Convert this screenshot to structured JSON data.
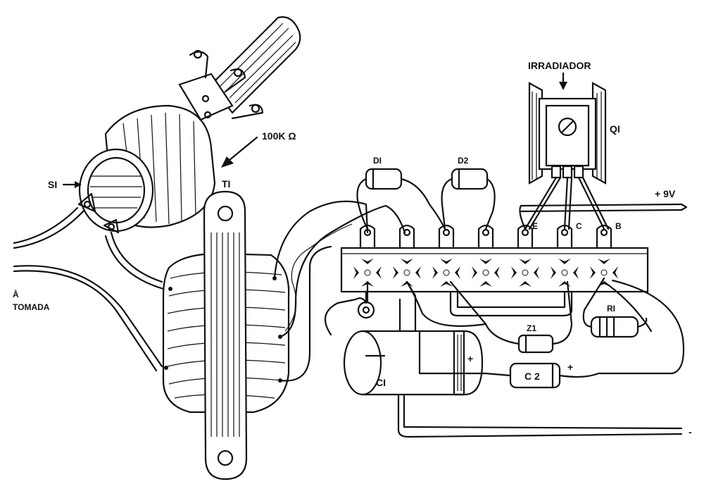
{
  "labels": {
    "s1": "SI",
    "pot_value": "100K Ω",
    "t1": "TI",
    "tomada_line1": "À",
    "tomada_line2": "TOMADA",
    "d1": "DI",
    "d2": "D2",
    "irradiador": "IRRADIADOR",
    "q1": "QI",
    "plus9v": "+ 9V",
    "pin_e": "E",
    "pin_c": "C",
    "pin_b": "B",
    "r1": "RI",
    "z1": "Z1",
    "c1": "CI",
    "c1_plus": "+",
    "c2": "C 2",
    "c2_plus": "+",
    "minus": "-"
  }
}
